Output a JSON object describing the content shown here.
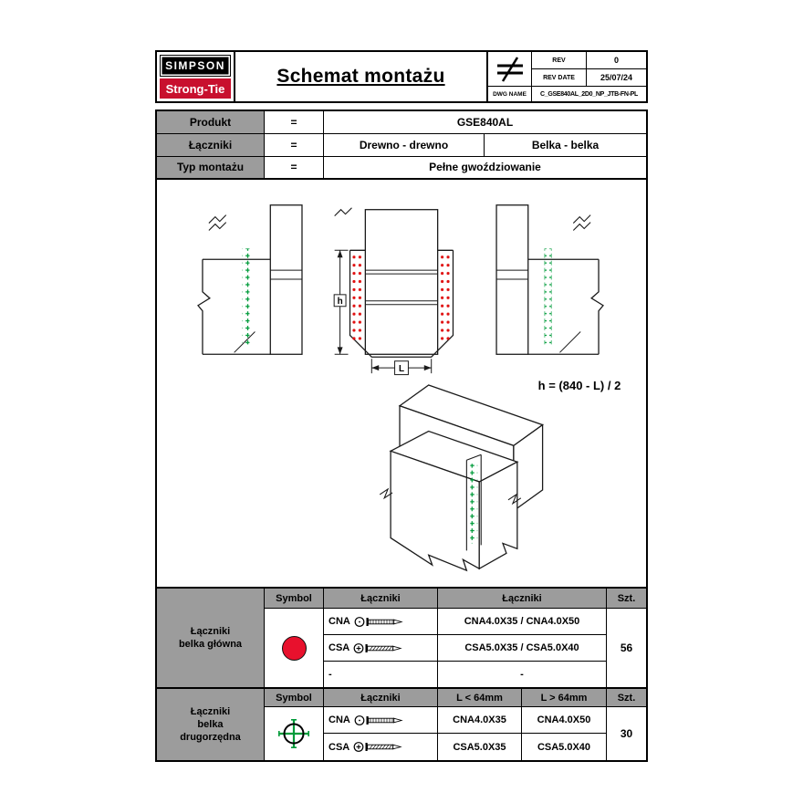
{
  "header": {
    "logo": {
      "line1": "SIMPSON",
      "line2": "Strong-Tie"
    },
    "title": "Schemat montażu",
    "rev_label": "REV",
    "rev_value": "0",
    "rev_date_label": "REV DATE",
    "rev_date_value": "25/07/24",
    "dwg_label": "DWG NAME",
    "dwg_value": "C_GSE840AL_2D0_NP_JTB-FN-PL"
  },
  "info": {
    "rows": [
      {
        "label": "Produkt",
        "eq": "=",
        "value": "GSE840AL"
      },
      {
        "label": "Łączniki",
        "eq": "=",
        "value1": "Drewno - drewno",
        "value2": "Belka - belka"
      },
      {
        "label": "Typ montażu",
        "eq": "=",
        "value": "Pełne gwoździowanie"
      }
    ]
  },
  "drawing": {
    "formula": "h = (840 - L) / 2",
    "dim_h": "h",
    "dim_l": "L"
  },
  "fasteners_main": {
    "label": "Łączniki\nbelka główna",
    "headers": [
      "Symbol",
      "Łączniki",
      "Łączniki",
      "Szt."
    ],
    "rows": [
      {
        "code": "CNA",
        "value": "CNA4.0X35 / CNA4.0X50"
      },
      {
        "code": "CSA",
        "value": "CSA5.0X35 / CSA5.0X40"
      },
      {
        "code": "-",
        "value": "-"
      }
    ],
    "qty": "56"
  },
  "fasteners_secondary": {
    "label": "Łączniki\nbelka\ndrugorzędna",
    "headers": [
      "Symbol",
      "Łączniki",
      "L < 64mm",
      "L > 64mm",
      "Szt."
    ],
    "rows": [
      {
        "code": "CNA",
        "short": "CNA4.0X35",
        "long": "CNA4.0X50"
      },
      {
        "code": "CSA",
        "short": "CSA5.0X35",
        "long": "CSA5.0X40"
      }
    ],
    "qty": "30"
  },
  "colors": {
    "symbol_red": "#e8112d",
    "nail_green": "#009b3a",
    "header_gray": "#9c9c9c",
    "logo_red": "#c8102e"
  }
}
